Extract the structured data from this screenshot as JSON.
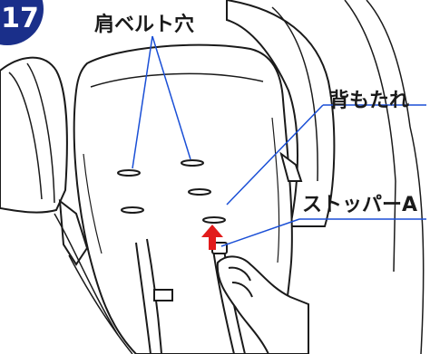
{
  "step_badge": {
    "number": "17",
    "color": "#1a2f8a"
  },
  "labels": {
    "shoulder_belt_holes": "肩ベルト穴",
    "backrest": "背もたれ",
    "stopper": "ストッパーA"
  },
  "colors": {
    "line": "#1a1a1a",
    "leader": "#1a4fd6",
    "arrow": "#e21b1b",
    "fabric": "#ffffff"
  },
  "icons": {
    "arrow": "red-up-arrow-icon",
    "hand": "hand-icon"
  }
}
